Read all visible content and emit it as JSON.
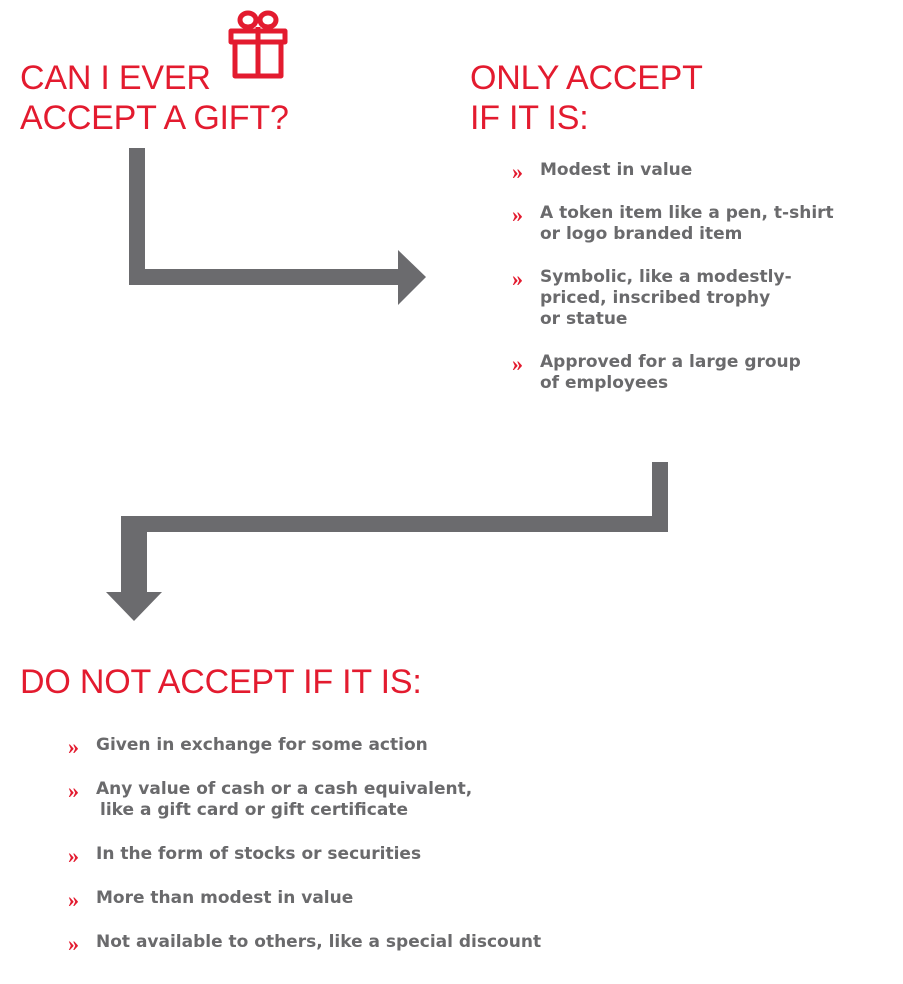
{
  "question": {
    "line1": "CAN I EVER",
    "line2": "ACCEPT A GIFT?",
    "icon": "gift-icon"
  },
  "accept": {
    "line1": "ONLY ACCEPT",
    "line2": "IF IT IS:",
    "items": [
      {
        "line1": "Modest in value",
        "line2": "",
        "line3": ""
      },
      {
        "line1": "A token item like a pen, t-shirt",
        "line2": "or logo branded item",
        "line3": ""
      },
      {
        "line1": "Symbolic, like a modestly-",
        "line2": "priced, inscribed trophy",
        "line3": "or statue"
      },
      {
        "line1": "Approved for a large group",
        "line2": "of employees",
        "line3": ""
      }
    ]
  },
  "reject": {
    "title": "DO NOT ACCEPT IF IT IS:",
    "items": [
      {
        "line1": "Given in exchange for some action",
        "line2": ""
      },
      {
        "line1": "Any value of cash or a cash equivalent,",
        "line2": "like a gift card or gift certificate"
      },
      {
        "line1": "In the form of stocks or securities",
        "line2": ""
      },
      {
        "line1": "More than modest in value",
        "line2": ""
      },
      {
        "line1": "Not available to others, like a special discount",
        "line2": ""
      }
    ]
  },
  "bullet_glyph": "»",
  "colors": {
    "accent": "#e31b2f",
    "text": "#6a6a6c",
    "arrow": "#6b6b6e"
  }
}
